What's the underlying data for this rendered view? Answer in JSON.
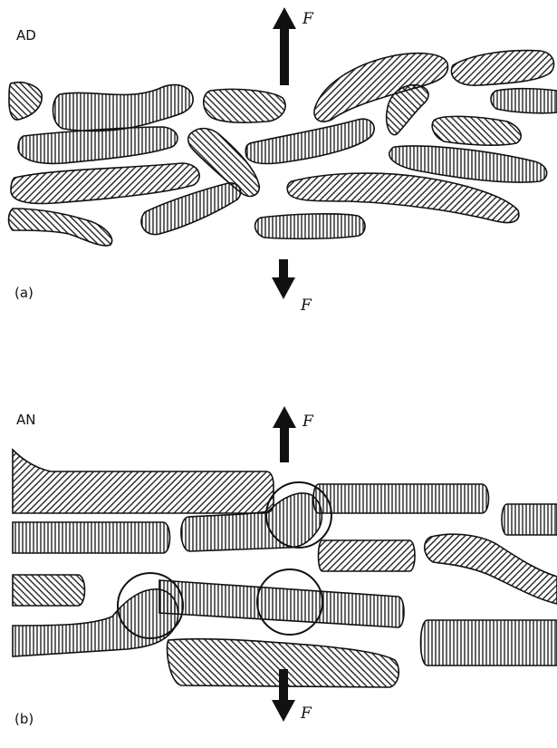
{
  "panel_a": {
    "label": "AD",
    "caption": "(a)",
    "force_top": "F",
    "force_bottom": "F"
  },
  "panel_b": {
    "label": "AN",
    "caption": "(b)",
    "force_top": "F",
    "force_bottom": "F"
  },
  "colors": {
    "ink": "#111111",
    "background": "#ffffff"
  }
}
